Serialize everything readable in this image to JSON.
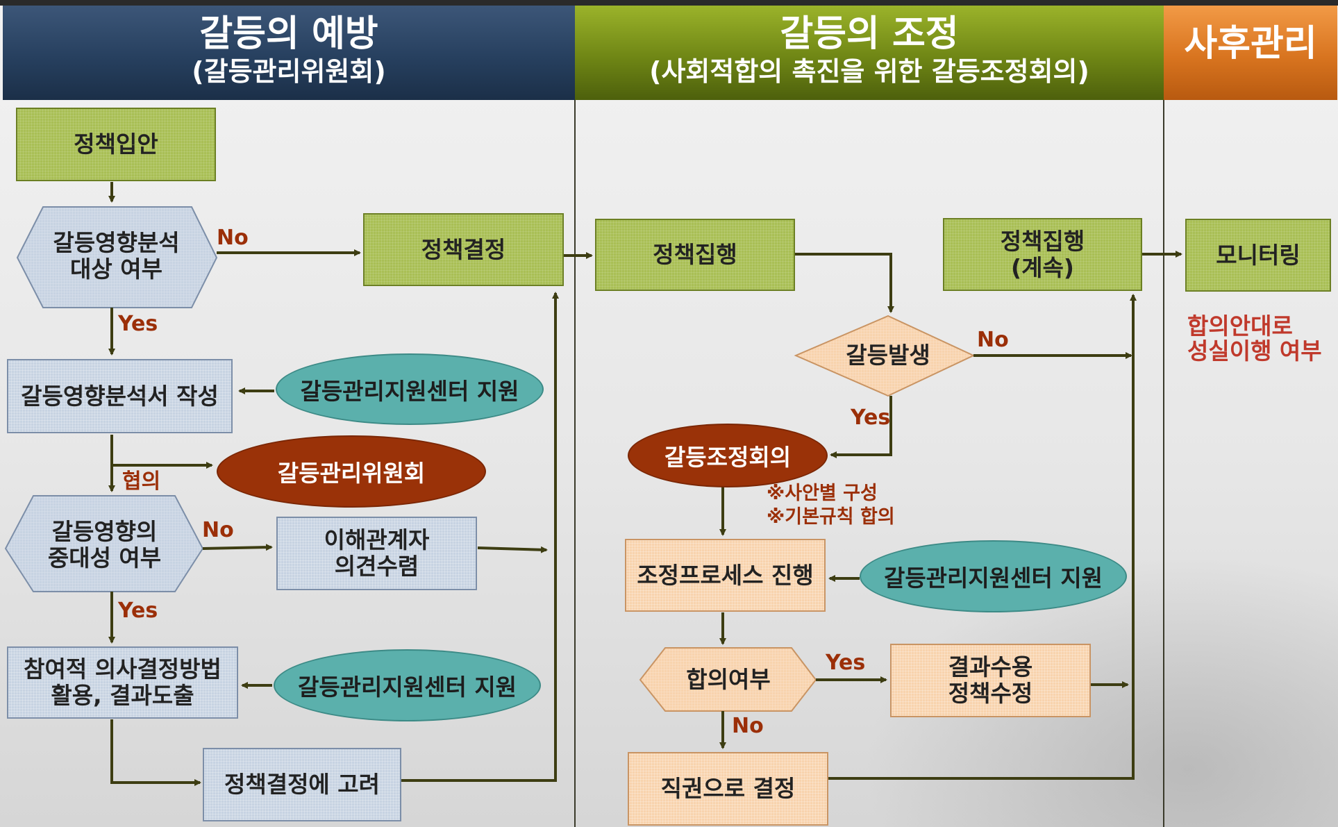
{
  "headers": {
    "prevention": {
      "title": "갈등의 예방",
      "subtitle": "(갈등관리위원회)"
    },
    "mediation": {
      "title": "갈등의 조정",
      "subtitle": "(사회적합의 촉진을 위한 갈등조정회의)"
    },
    "aftercare": {
      "title": "사후관리"
    }
  },
  "nodes": {
    "policy_draft": "정책입안",
    "impact_analysis_target": "갈등영향분석\n대상 여부",
    "policy_decision": "정책결정",
    "impact_report": "갈등영향분석서 작성",
    "support_center_1": "갈등관리지원센터 지원",
    "committee": "갈등관리위원회",
    "impact_significance": "갈등영향의\n중대성 여부",
    "stakeholder_opinion": "이해관계자\n의견수렴",
    "participatory": "참여적 의사결정방법\n활용, 결과도출",
    "support_center_2": "갈등관리지원센터 지원",
    "consider_decision": "정책결정에 고려",
    "policy_execution": "정책집행",
    "policy_execution_cont": "정책집행\n(계속)",
    "conflict_occurrence": "갈등발생",
    "mediation_meeting": "갈등조정회의",
    "process": "조정프로세스 진행",
    "support_center_3": "갈등관리지원센터 지원",
    "agreement": "합의여부",
    "accept_result": "결과수용\n정책수정",
    "ex_officio": "직권으로 결정",
    "monitoring": "모니터링"
  },
  "labels": {
    "no_1": "No",
    "yes_1": "Yes",
    "consult": "협의",
    "no_2": "No",
    "yes_2": "Yes",
    "no_3": "No",
    "yes_3": "Yes",
    "notes": "※사안별 구성\n※기본규칙 합의",
    "yes_4": "Yes",
    "no_4": "No",
    "monitor_note": "합의안대로\n성실이행 여부"
  },
  "colors": {
    "header_prevention": "#27405f",
    "header_mediation": "#6f8615",
    "header_aftercare": "#d8741f",
    "green_box": "#a9bf55",
    "blue_box": "#c7d3e2",
    "peach_box": "#f8d3ad",
    "teal_ellipse": "#5bb0ac",
    "brown_ellipse": "#9a3208",
    "label_red": "#9b2f08",
    "arrow": "#3d3d12"
  }
}
